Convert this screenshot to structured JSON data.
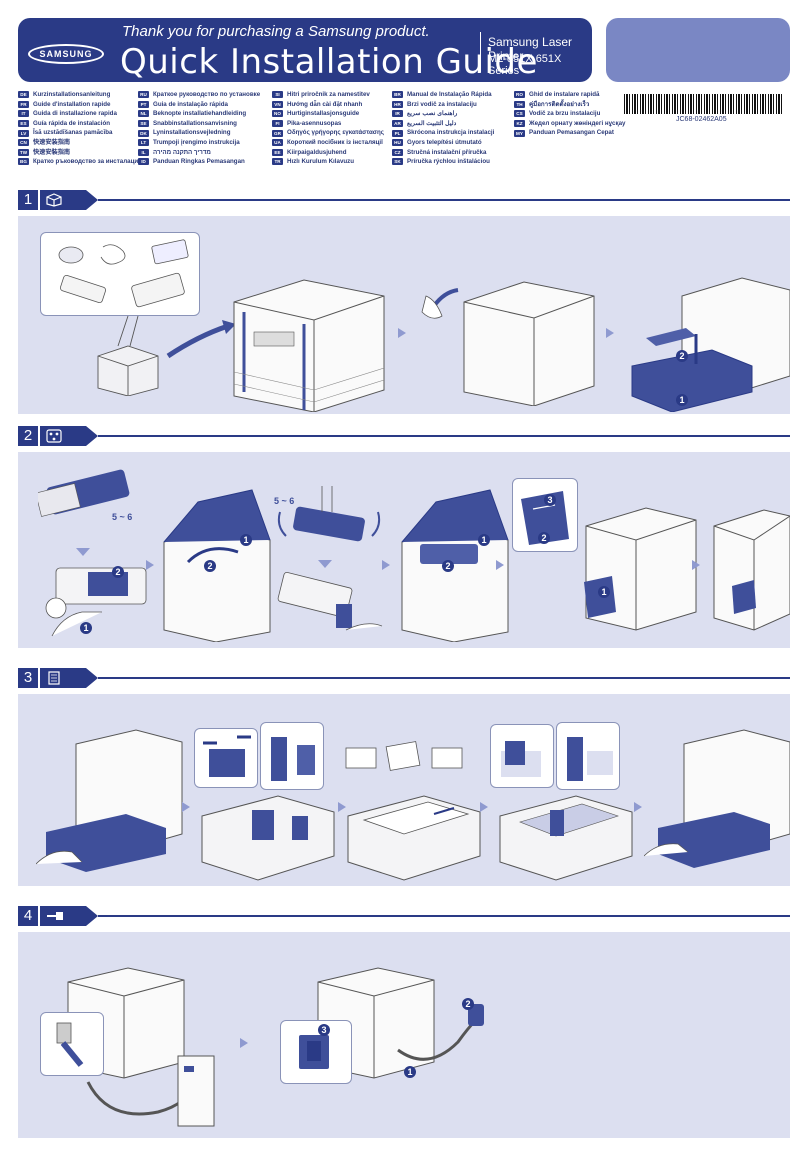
{
  "header": {
    "logo": "SAMSUNG",
    "thanks": "Thank you for purchasing a Samsung product.",
    "title": "Quick Installation Guide",
    "product": "Samsung Laser Printer",
    "model": "ML-551X 651X Series"
  },
  "languages": {
    "col1": [
      {
        "code": "DE",
        "label": "Kurzinstallationsanleitung"
      },
      {
        "code": "FR",
        "label": "Guide d'installation rapide"
      },
      {
        "code": "IT",
        "label": "Guida di installazione rapida"
      },
      {
        "code": "ES",
        "label": "Guía rápida de instalación"
      },
      {
        "code": "LV",
        "label": "Īsā uzstādīšanas pamācība"
      },
      {
        "code": "CN",
        "label": "快速安装指南"
      },
      {
        "code": "TW",
        "label": "快速安裝指南"
      },
      {
        "code": "BG",
        "label": "Кратко ръководство за инсталация"
      }
    ],
    "col2": [
      {
        "code": "RU",
        "label": "Краткое руководство по установке"
      },
      {
        "code": "PT",
        "label": "Guia de instalação rápida"
      },
      {
        "code": "NL",
        "label": "Beknopte installatiehandleiding"
      },
      {
        "code": "SE",
        "label": "Snabbinstallationsanvisning"
      },
      {
        "code": "DK",
        "label": "Lyninstallationsvejledning"
      },
      {
        "code": "LT",
        "label": "Trumpoji įrengimo instrukcija"
      },
      {
        "code": "IL",
        "label": "מדריך התקנה מהירה"
      },
      {
        "code": "ID",
        "label": "Panduan Ringkas Pemasangan"
      }
    ],
    "col3": [
      {
        "code": "SI",
        "label": "Hitri priročnik za namestitev"
      },
      {
        "code": "VN",
        "label": "Hướng dẫn cài đặt nhanh"
      },
      {
        "code": "NO",
        "label": "Hurtiginstallasjonsguide"
      },
      {
        "code": "FI",
        "label": "Pika-asennusopas"
      },
      {
        "code": "GR",
        "label": "Οδηγός γρήγορης εγκατάστασης"
      },
      {
        "code": "UA",
        "label": "Короткий посібник із інсталяції"
      },
      {
        "code": "EE",
        "label": "Kiirpaigaldusjuhend"
      },
      {
        "code": "TR",
        "label": "Hızlı Kurulum Kılavuzu"
      }
    ],
    "col4": [
      {
        "code": "BR",
        "label": "Manual de Instalação Rápida"
      },
      {
        "code": "HR",
        "label": "Brzi vodič za instalaciju"
      },
      {
        "code": "IR",
        "label": "راهنمای نصب سریع"
      },
      {
        "code": "AR",
        "label": "دليل التثبيت السريع"
      },
      {
        "code": "PL",
        "label": "Skrócona instrukcja instalacji"
      },
      {
        "code": "HU",
        "label": "Gyors telepítési útmutató"
      },
      {
        "code": "CZ",
        "label": "Stručná instalační příručka"
      },
      {
        "code": "SK",
        "label": "Príručka rýchlou inštaláciou"
      }
    ],
    "col5": [
      {
        "code": "RO",
        "label": "Ghid de instalare rapidă"
      },
      {
        "code": "TH",
        "label": "คู่มือการติดตั้งอย่างเร็ว"
      },
      {
        "code": "CS",
        "label": "Vodič za brzu instalaciju"
      },
      {
        "code": "KZ",
        "label": "Жедел орнату жөніндегі нұсқау"
      },
      {
        "code": "MY",
        "label": "Panduan Pemasangan Cepat"
      }
    ]
  },
  "barcode_text": "JC68-02462A05",
  "steps": [
    {
      "number": "1",
      "icon": "box-icon"
    },
    {
      "number": "2",
      "icon": "toner-cartridge-icon"
    },
    {
      "number": "3",
      "icon": "paper-stack-icon"
    },
    {
      "number": "4",
      "icon": "usb-cable-icon"
    }
  ],
  "callouts": {
    "one": "1",
    "two": "2",
    "three": "3"
  },
  "toner_shake_label": "5 ~ 6"
}
